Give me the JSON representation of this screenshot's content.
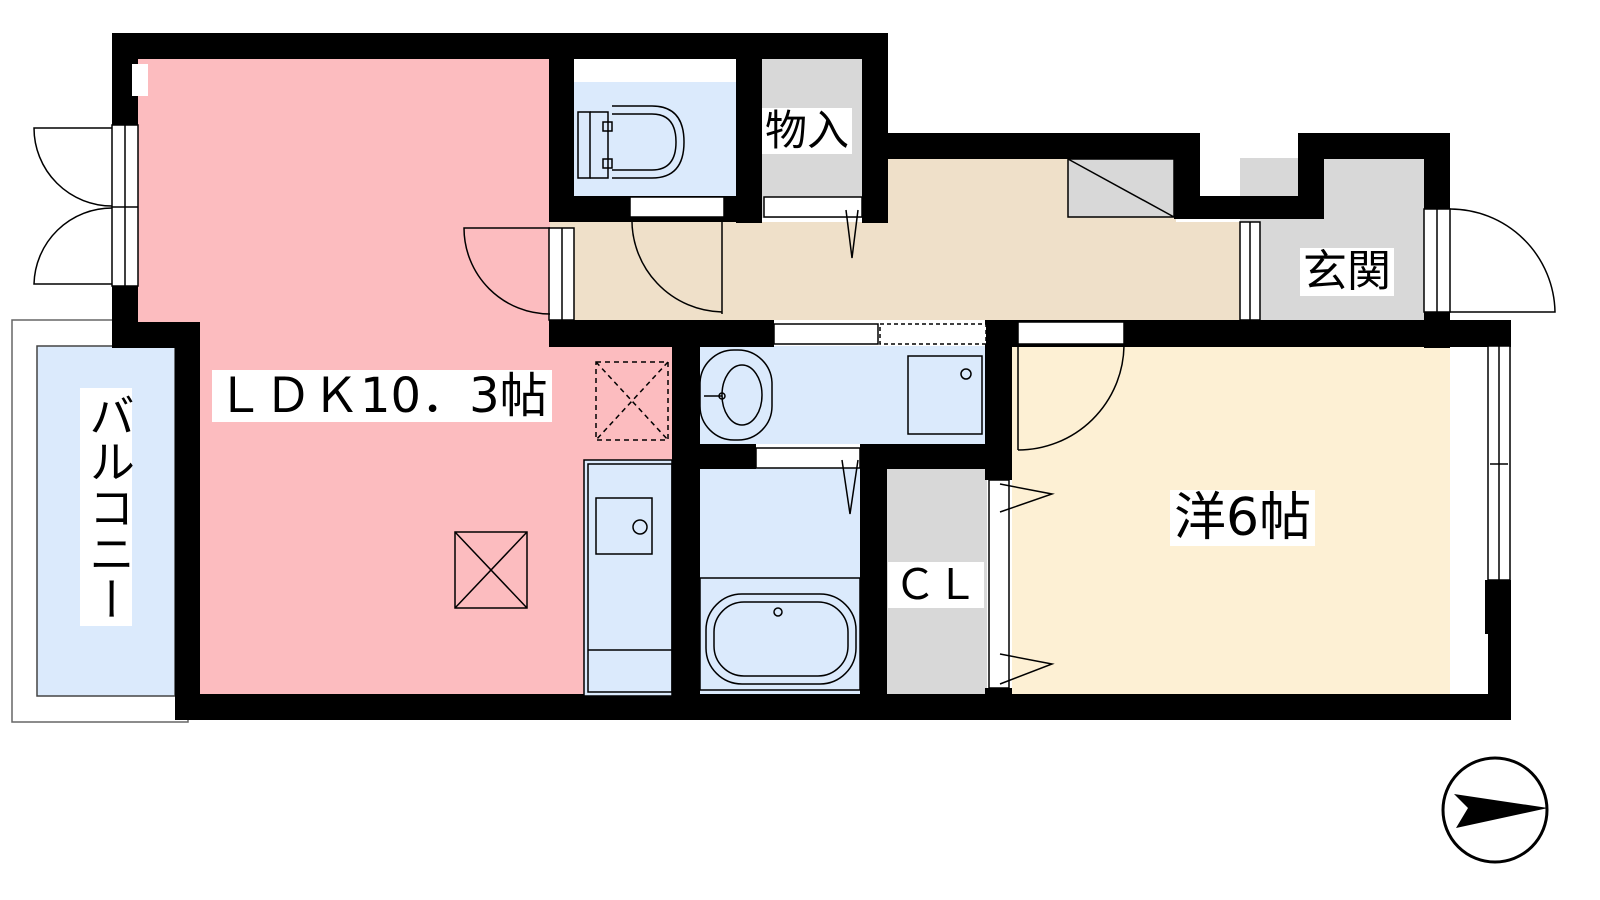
{
  "labels": {
    "ldk": "ＬＤＫ10．3帖",
    "western_room": "洋6帖",
    "entrance": "玄関",
    "storage": "物入",
    "closet": "ＣＬ",
    "balcony": "バルコニー"
  },
  "room_colors": {
    "ldk": "#fcbcbf",
    "hall": "#efe0c9",
    "western_room": "#fdf0d4",
    "wet_area": "#dbeafc",
    "storage": "#d8d8d8",
    "balcony": "#dbeafc",
    "wall": "#000000"
  },
  "icons": [
    "compass-icon",
    "toilet-icon",
    "sink-icon",
    "bathtub-icon",
    "stove-icon"
  ]
}
